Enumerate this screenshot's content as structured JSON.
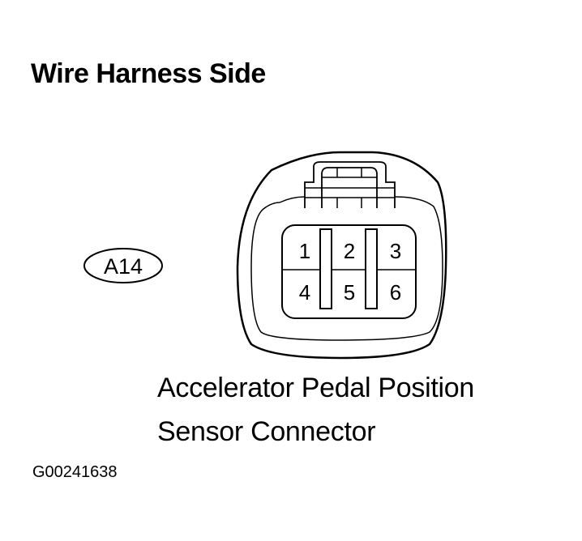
{
  "title": "Wire Harness Side",
  "connector_id": "A14",
  "pins": [
    "1",
    "2",
    "3",
    "4",
    "5",
    "6"
  ],
  "caption_line1": "Accelerator Pedal Position",
  "caption_line2": "Sensor Connector",
  "figure_code": "G00241638"
}
